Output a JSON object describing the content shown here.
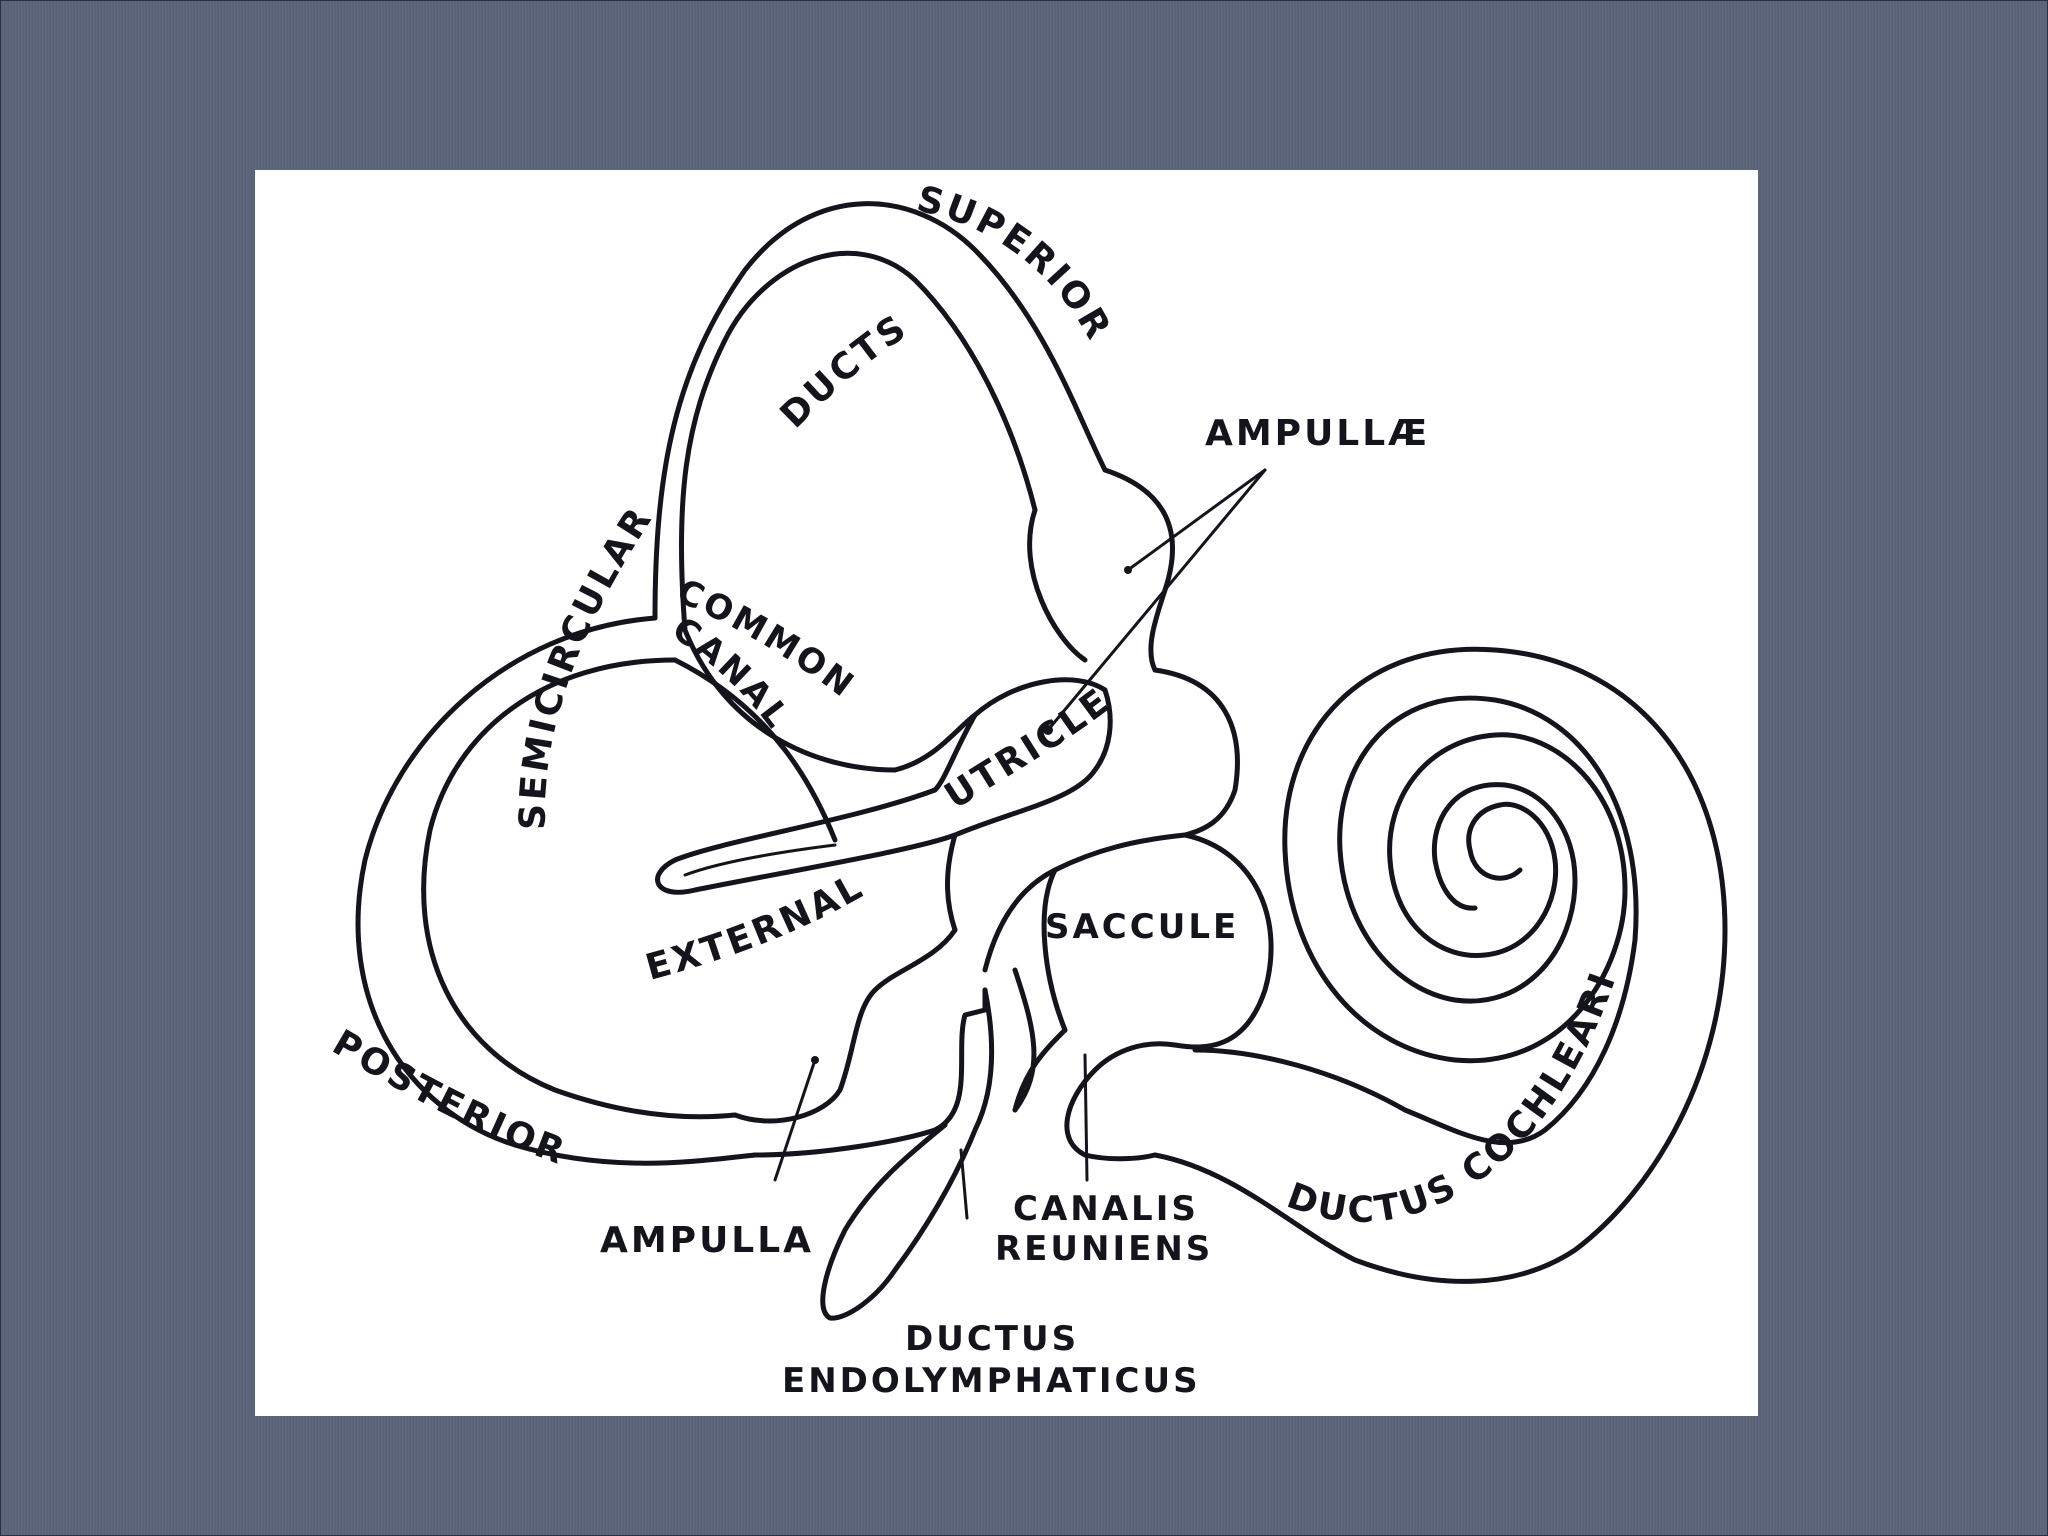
{
  "diagram": {
    "labels": {
      "semicircular": "SEMICIRCULAR",
      "ducts": "DUCTS",
      "superior": "SUPERIOR",
      "ampullae": "AMPULLÆ",
      "common": "COMMON",
      "canal": "CANAL",
      "external": "EXTERNAL",
      "utricle": "UTRICLE",
      "saccule": "SACCULE",
      "posterior": "POSTERIOR",
      "ampulla": "AMPULLA",
      "canalis": "CANALIS",
      "reuniens": "REUNIENS",
      "ductus_cochlearis": "DUCTUS COCHLEARIS",
      "ductus": "DUCTUS",
      "endolymphaticus": "ENDOLYMPHATICUS"
    },
    "colors": {
      "slide_background": "#5a6378",
      "panel": "#ffffff",
      "ink": "#14141c"
    }
  }
}
